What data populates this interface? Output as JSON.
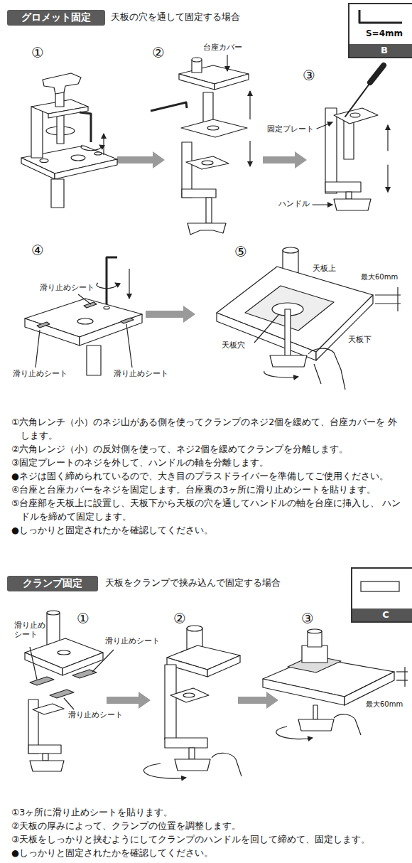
{
  "diagram": {
    "nodes": [
      {
        "text": [
          "グロメット固定"
        ]
      },
      {
        "text": [
          "S=4mm",
          "B"
        ]
      },
      {
        "text": [
          "クランプ固定"
        ]
      },
      {
        "text": [
          "C"
        ]
      }
    ],
    "labels": [
      "天板の穴を通して固定する場合",
      "①",
      "②",
      "③",
      "台座カバー",
      "固定プレート",
      "ハンドル",
      "④",
      "⑤",
      "滑り止めシート",
      "滑り止めシート",
      "滑り止めシート",
      "天板上",
      "最大60mm",
      "天板穴",
      "天板下",
      "①六角レンチ（小）のネジ山がある側を使ってクランプのネジ2個を緩めて、台座カバーを 外します。",
      "②六角レンジ（小）の反対側を使って、ネジ2個を緩めてクランプを分離します。",
      "③固定プレートのネジを外して、ハンドルの軸を分離します。",
      "●ネジは固く締められているので、大き目のプラスドライバーを準備してご使用ください。",
      "④台座と台座カバーをネジを固定します。台座裏の3ヶ所に滑り止めシートを貼ります。",
      "⑤台座部を天板上に設置し、天板下から天板の穴を通してハンドルの軸を台座に挿入し、 ハンドルを締めて固定します。",
      "●しっかりと固定されたかを確認してください。",
      "天板をクランプで挟み込んで固定する場合",
      "①",
      "②",
      "③",
      "滑り止め シート",
      "滑り止めシート",
      "滑り止めシート",
      "最大60mm",
      "①3ヶ所に滑り止めシートを貼ります。",
      "②天板の厚みによって、クランプの位置を調整します。",
      "③天板をしっかりと挟むようにしてクランプのハンドルを回して締めて、固定します。",
      "●しっかりと固定されたかを確認してください。"
    ]
  }
}
